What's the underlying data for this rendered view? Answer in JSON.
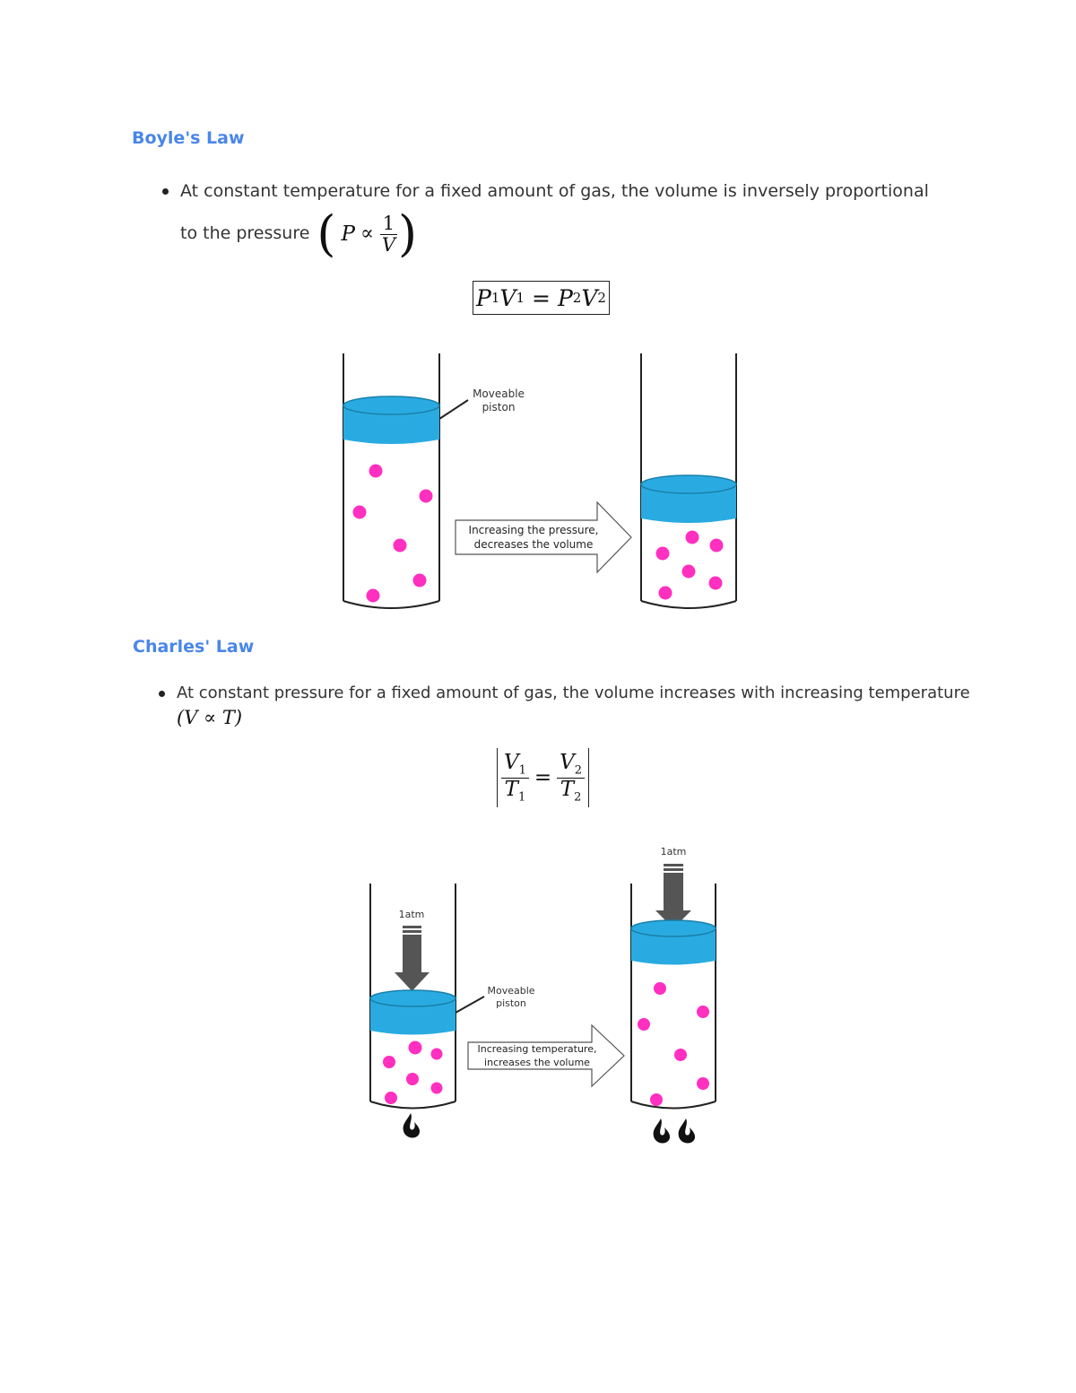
{
  "boyle": {
    "heading": "Boyle's Law",
    "bullet_line1": "At constant temperature for a fixed amount of gas, the volume is inversely proportional",
    "bullet_line2": "to the pressure",
    "relation_lhs": "P",
    "relation_symbol": "∝",
    "relation_num": "1",
    "relation_den": "V",
    "equation_left": "P",
    "equation_left_sub1": "1",
    "equation_left_v": "V",
    "equation_left_sub2": "1",
    "equation_eq": "=",
    "equation_right": "P",
    "equation_right_sub1": "2",
    "equation_right_v": "V",
    "equation_right_sub2": "2",
    "diagram": {
      "piston_label_line1": "Moveable",
      "piston_label_line2": "piston",
      "arrow_label_line1": "Increasing the pressure,",
      "arrow_label_line2": "decreases the volume"
    }
  },
  "charles": {
    "heading": "Charles' Law",
    "bullet_line1": "At constant pressure for a fixed amount of gas, the volume increases with increasing temperature",
    "relation": "(V ∝ T)",
    "eq_num_left": "V",
    "eq_num_left_sub": "1",
    "eq_den_left": "T",
    "eq_den_left_sub": "1",
    "eq_eq": "=",
    "eq_num_right": "V",
    "eq_num_right_sub": "2",
    "eq_den_right": "T",
    "eq_den_right_sub": "2",
    "diagram": {
      "pressure_label_left": "1atm",
      "pressure_label_right": "1atm",
      "piston_label_line1": "Moveable",
      "piston_label_line2": "piston",
      "arrow_label_line1": "Increasing temperature,",
      "arrow_label_line2": "increases the volume"
    }
  },
  "colors": {
    "heading": "#4a86e8",
    "piston": "#29abe2",
    "particle": "#ff2fc0",
    "arrow_gray": "#555555"
  }
}
